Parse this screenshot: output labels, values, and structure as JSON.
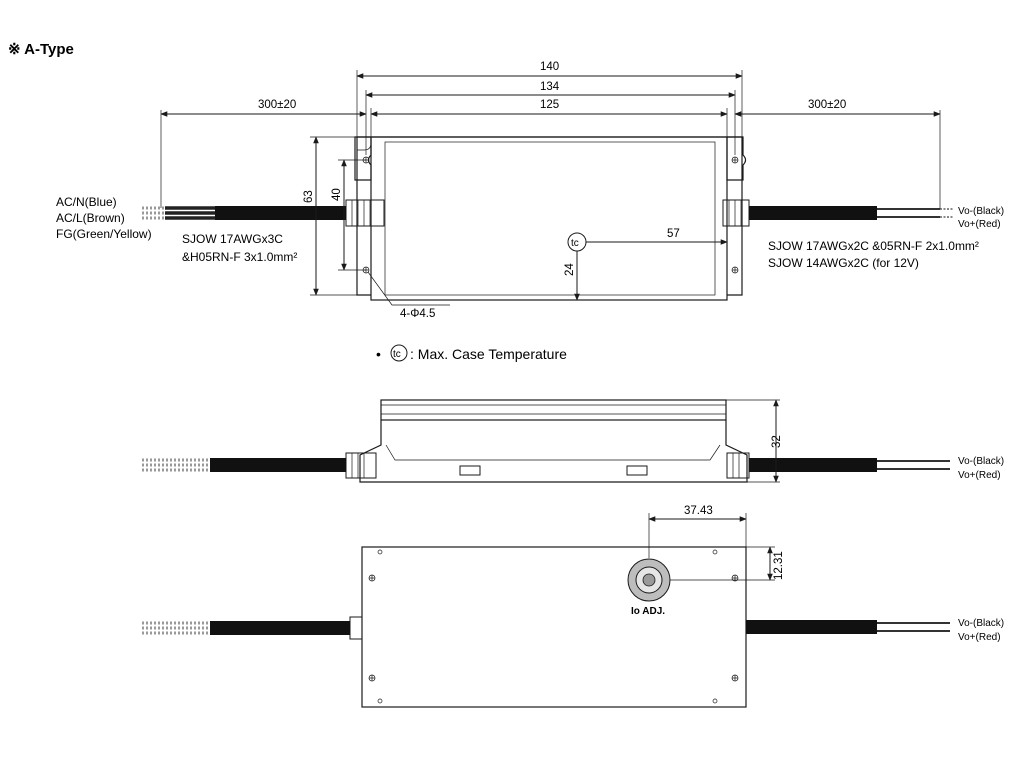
{
  "title": "※ A-Type",
  "top_view": {
    "dimensions": {
      "overall_140": "140",
      "mount_134": "134",
      "case_125": "125",
      "cable_left": "300±20",
      "cable_right": "300±20",
      "height_63": "63",
      "height_40": "40",
      "tc_x_57": "57",
      "tc_y_24": "24",
      "holes": "4-Φ4.5"
    },
    "tc_symbol": "tc",
    "input_wires": [
      "AC/N(Blue)",
      "AC/L(Brown)",
      "FG(Green/Yellow)"
    ],
    "input_cable": [
      "SJOW 17AWGx3C",
      "&H05RN-F 3x1.0mm²"
    ],
    "output_wires": [
      "Vo-(Black)",
      "Vo+(Red)"
    ],
    "output_cable": [
      "SJOW 17AWGx2C &05RN-F 2x1.0mm²",
      "SJOW 14AWGx2C (for 12V)"
    ]
  },
  "note": {
    "bullet": "•",
    "tc_symbol": "tc",
    "text": ": Max. Case Temperature"
  },
  "side_view": {
    "height_32": "32",
    "output_wires": [
      "Vo-(Black)",
      "Vo+(Red)"
    ]
  },
  "bottom_view": {
    "dim_37_43": "37.43",
    "dim_12_31": "12.31",
    "knob_label": "Io  ADJ.",
    "output_wires": [
      "Vo-(Black)",
      "Vo+(Red)"
    ]
  }
}
